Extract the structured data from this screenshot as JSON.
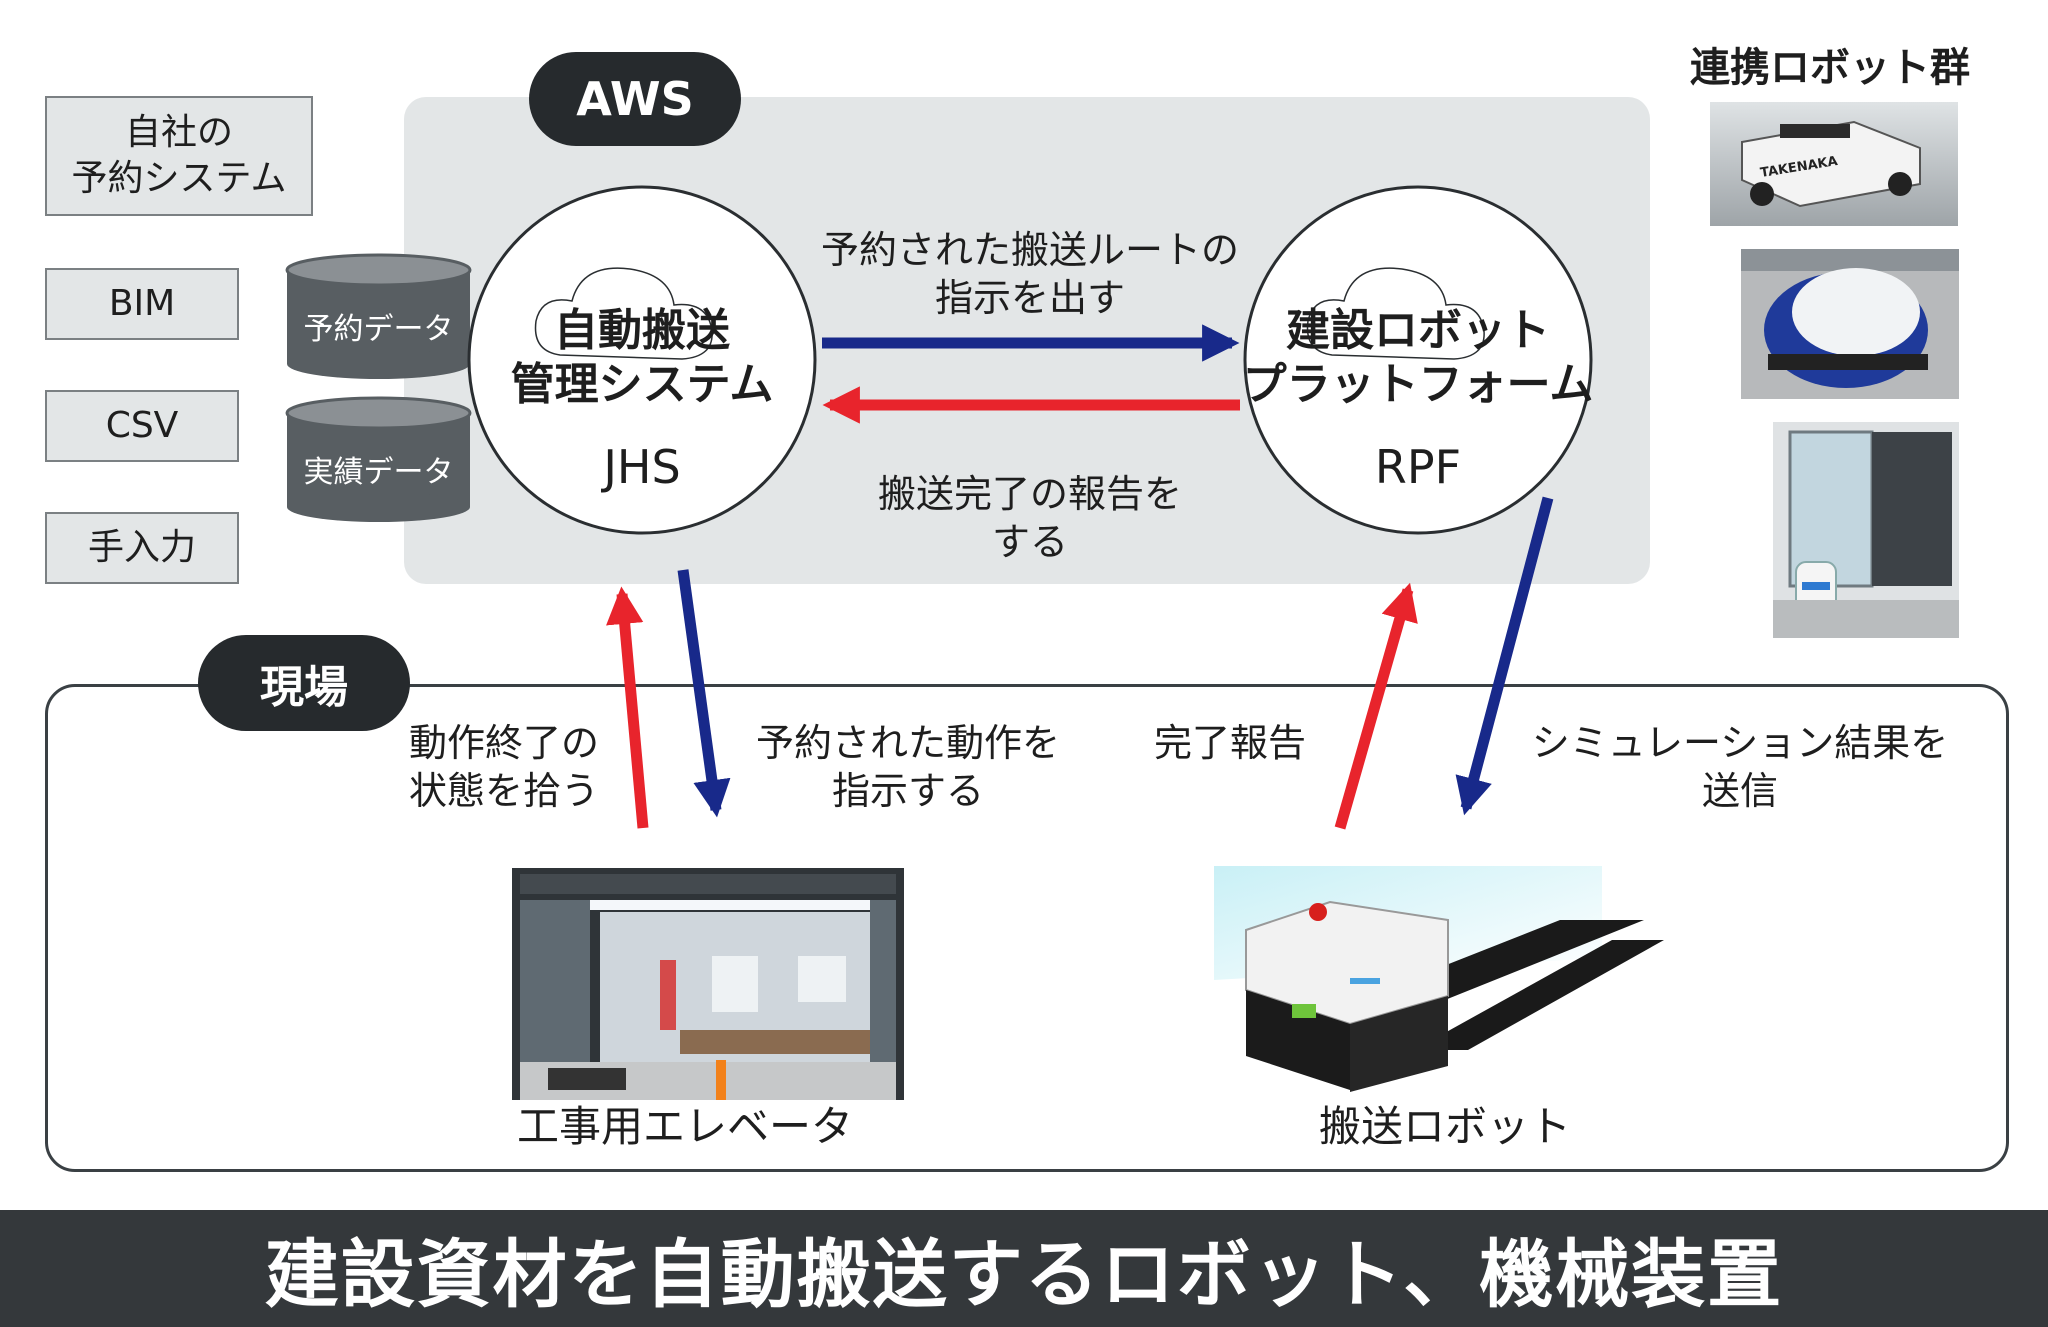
{
  "aws_label": "AWS",
  "site_label": "現場",
  "robots_group_title": "連携ロボット群",
  "sources": [
    "自社の\n予約システム",
    "BIM",
    "CSV",
    "手入力"
  ],
  "databases": [
    "予約データ",
    "実績データ"
  ],
  "jhs": {
    "title": "自動搬送\n管理システム",
    "abbr": "JHS"
  },
  "rpf": {
    "title": "建設ロボット\nプラットフォーム",
    "abbr": "RPF"
  },
  "arrows": {
    "jhs_to_rpf": "予約された搬送ルートの\n指示を出す",
    "rpf_to_jhs": "搬送完了の報告を\nする",
    "elevator_to_jhs": "動作終了の\n状態を拾う",
    "jhs_to_elevator": "予約された動作を\n指示する",
    "robot_to_rpf": "完了報告",
    "rpf_to_robot": "シミュレーション結果を\n送信"
  },
  "elevator_label": "工事用エレベータ",
  "robot_label": "搬送ロボット",
  "brand_text": "TAKENAKA",
  "footer": "建設資材を自動搬送するロボット、機械装置",
  "colors": {
    "blue_arrow": "#18298a",
    "red_arrow": "#e8242c",
    "panel": "#e3e6e7",
    "dark": "#262a2d"
  }
}
